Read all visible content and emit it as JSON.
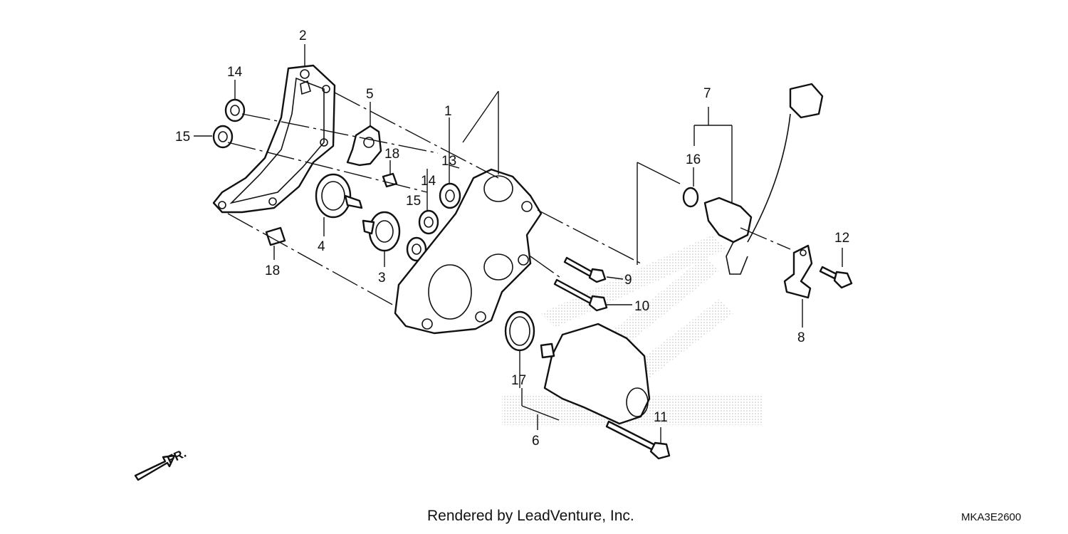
{
  "callouts": {
    "c1": "1",
    "c2": "2",
    "c3": "3",
    "c4": "4",
    "c5": "5",
    "c6": "6",
    "c7": "7",
    "c8": "8",
    "c9": "9",
    "c10": "10",
    "c11": "11",
    "c12": "12",
    "c13": "13",
    "c14a": "14",
    "c14b": "14",
    "c15a": "15",
    "c15b": "15",
    "c16": "16",
    "c17": "17",
    "c18a": "18",
    "c18b": "18"
  },
  "direction_label": "FR.",
  "credit": "Rendered by LeadVenture, Inc.",
  "diagram_code": "MKA3E2600",
  "watermark_color": "#d9d9d9"
}
